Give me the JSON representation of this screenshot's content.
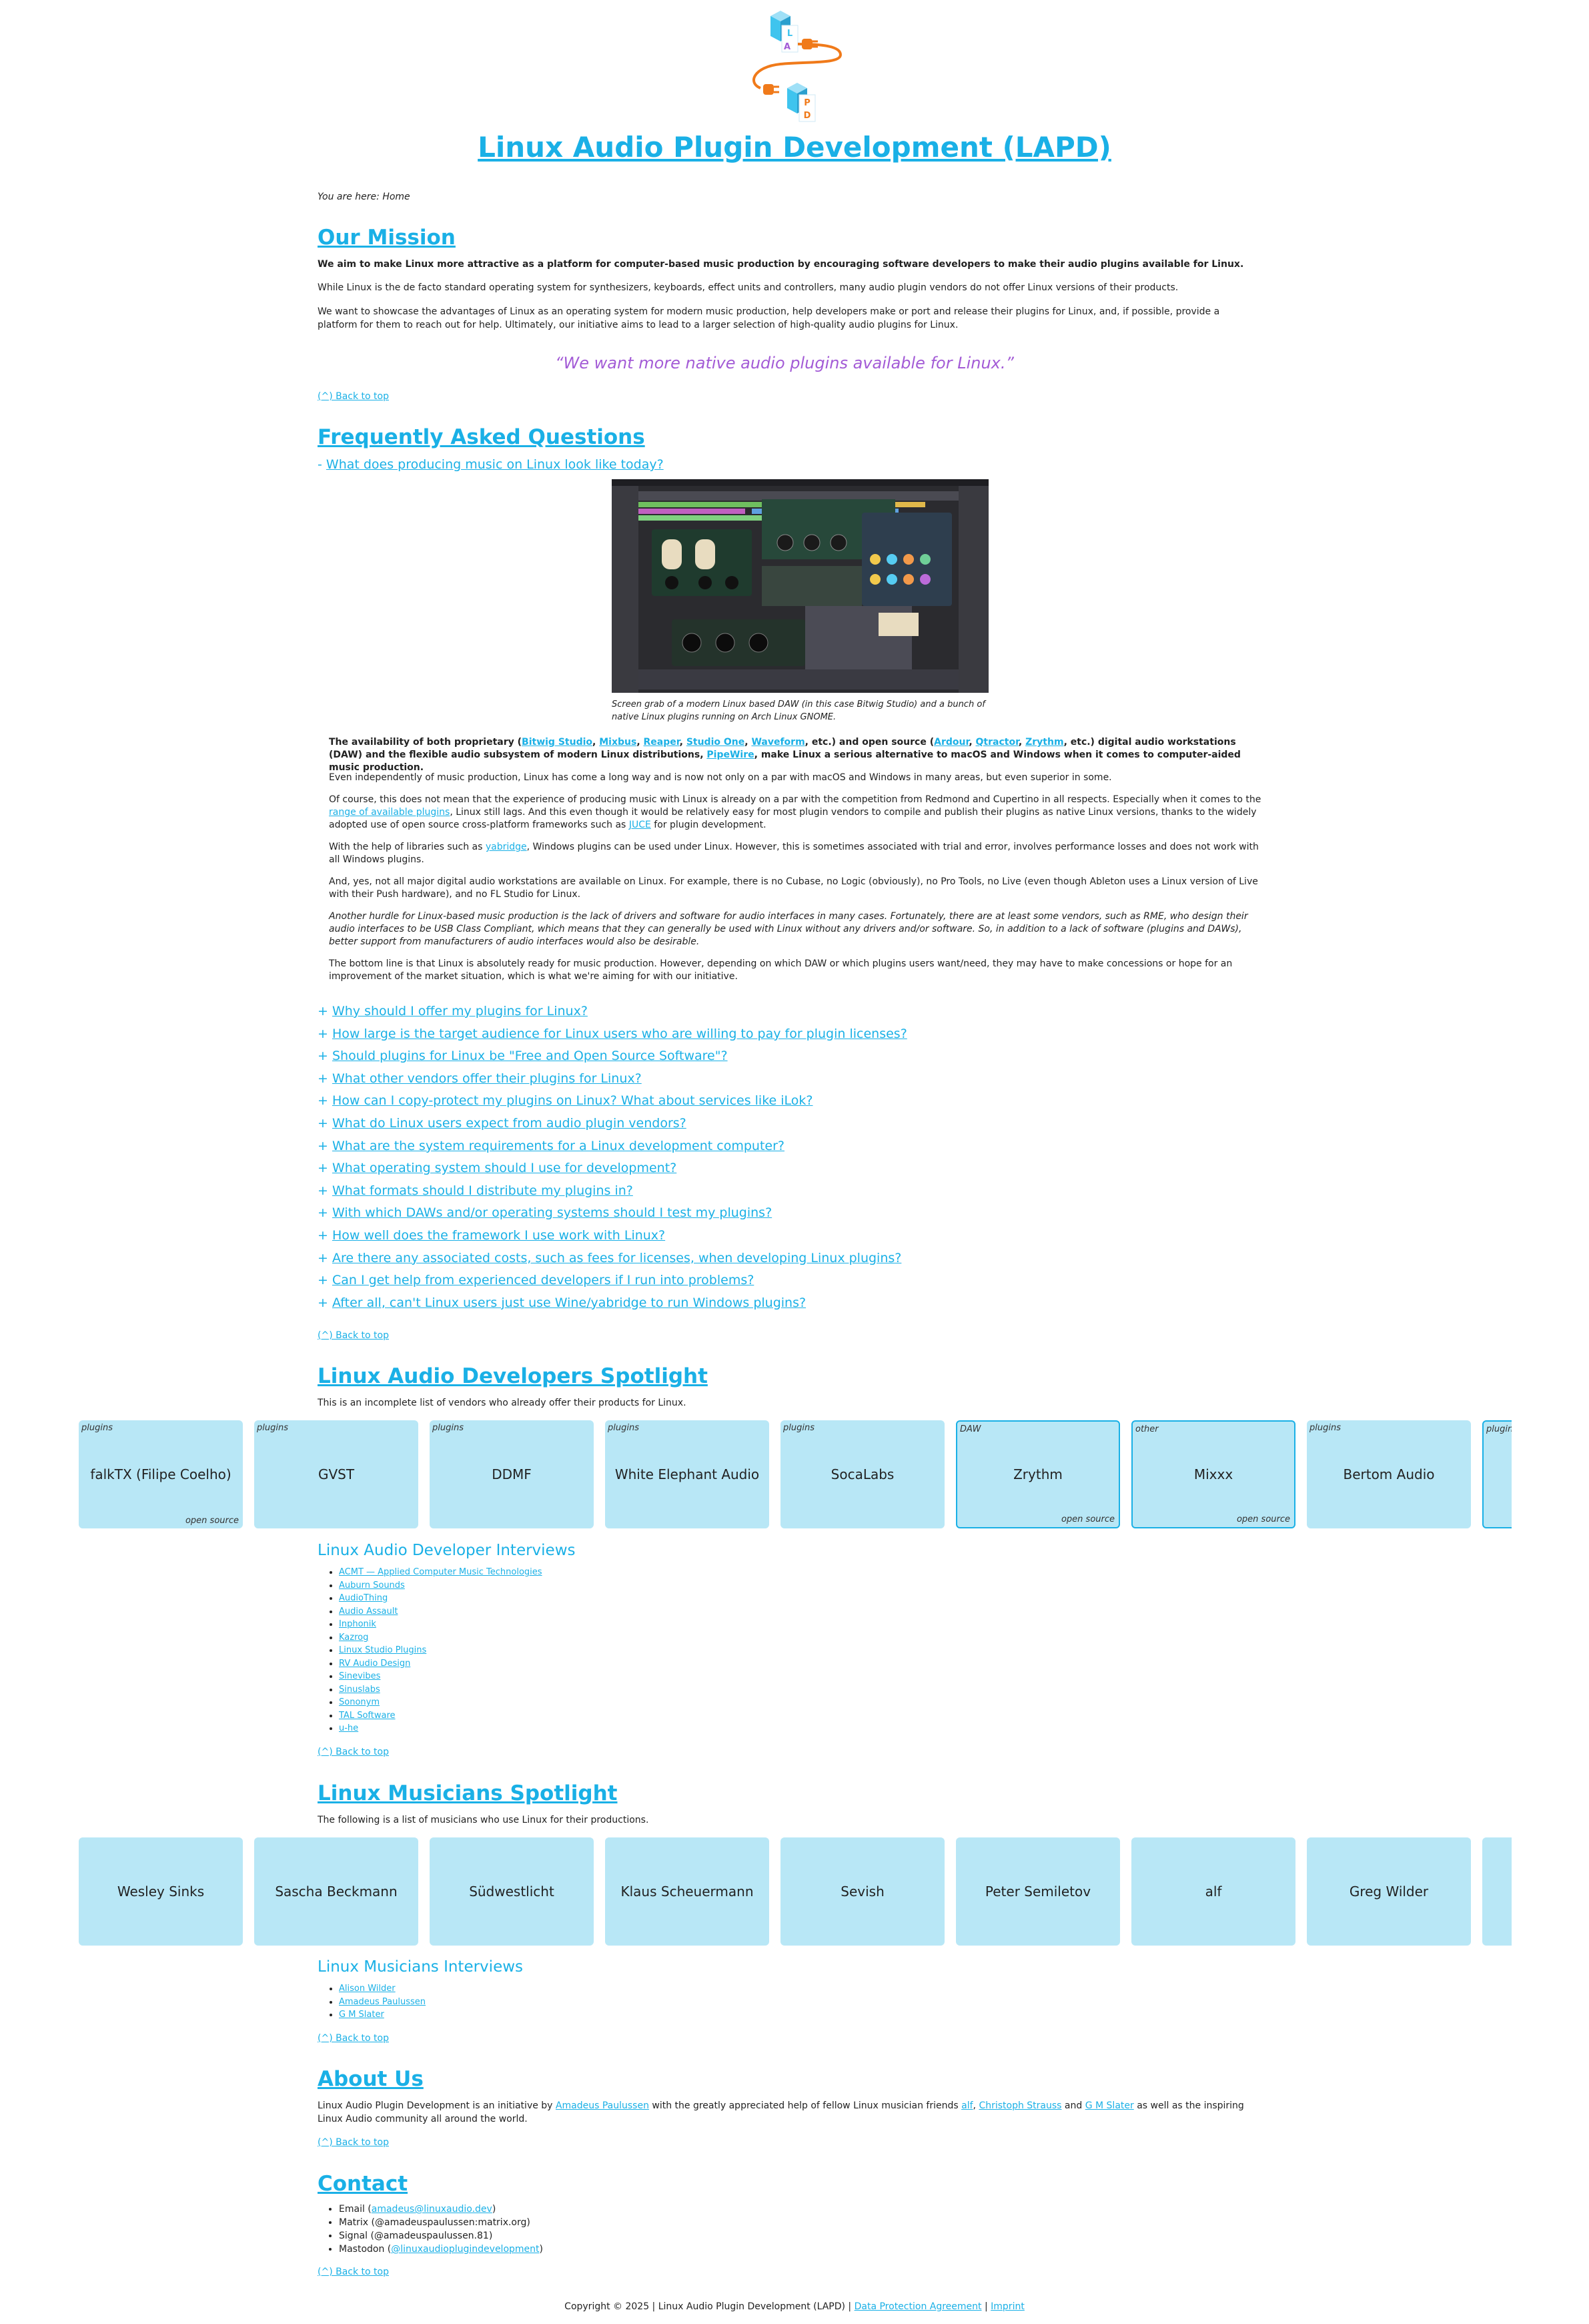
{
  "site_title": "Linux Audio Plugin Development (LAPD)",
  "logo": {
    "letters": [
      "L",
      "A",
      "P",
      "D"
    ],
    "colors": {
      "cube": "#3fc4ee",
      "plug": "#f07a1a",
      "letter_a": "#a35bd6",
      "letter_p": "#f07a1a"
    }
  },
  "breadcrumb": "You are here: Home",
  "colors": {
    "accent": "#1ab0e6",
    "quote": "#a35bd6",
    "card": "#b8e7f6"
  },
  "back_to_top": "(^) Back to top",
  "mission": {
    "heading": "Our Mission",
    "lead": "We aim to make Linux more attractive as a platform for computer-based music production by encouraging software developers to make their audio plugins available for Linux.",
    "p1": "While Linux is the de facto standard operating system for synthesizers, keyboards, effect units and controllers, many audio plugin vendors do not offer Linux versions of their products.",
    "p2": "We want to showcase the advantages of Linux as an operating system for modern music production, help developers make or port and release their plugins for Linux, and, if possible, provide a platform for them to reach out for help. Ultimately, our initiative aims to lead to a larger selection of high-quality audio plugins for Linux.",
    "quote": "“We want more native audio plugins available for Linux.”"
  },
  "faq": {
    "heading": "Frequently Asked Questions",
    "open_marker": "-",
    "closed_marker": "+",
    "open_question": "What does producing music on Linux look like today?",
    "caption": "Screen grab of a modern Linux based DAW (in this case Bitwig Studio) and a bunch of native Linux plugins running on Arch Linux GNOME.",
    "bold_1": "The availability of both proprietary (",
    "prop_daws": [
      "Bitwig Studio",
      "Mixbus",
      "Reaper",
      "Studio One",
      "Waveform"
    ],
    "bold_2": ", etc.) and open source (",
    "os_daws": [
      "Ardour",
      "Qtractor",
      "Zrythm"
    ],
    "bold_3": ", etc.) digital audio workstations (DAW) and the flexible audio subsystem of modern Linux distributions, ",
    "pipewire": "PipeWire",
    "bold_4": ", make Linux a serious alternative to macOS and Windows when it comes to computer-aided music production.",
    "a_p1": "Even independently of music production, Linux has come a long way and is now not only on a par with macOS and Windows in many areas, but even superior in some.",
    "a_p2_a": "Of course, this does not mean that the experience of producing music with Linux is already on a par with the competition from Redmond and Cupertino in all respects. Especially when it comes to the ",
    "a_p2_link1": "range of available plugins",
    "a_p2_b": ", Linux still lags. And this even though it would be relatively easy for most plugin vendors to compile and publish their plugins as native Linux versions, thanks to the widely adopted use of open source cross-platform frameworks such as ",
    "a_p2_link2": "JUCE",
    "a_p2_c": " for plugin development.",
    "a_p3_a": "With the help of libraries such as ",
    "a_p3_link": "yabridge",
    "a_p3_b": ", Windows plugins can be used under Linux. However, this is sometimes associated with trial and error, involves performance losses and does not work with all Windows plugins.",
    "a_p4": "And, yes, not all major digital audio workstations are available on Linux. For example, there is no Cubase, no Logic (obviously), no Pro Tools, no Live (even though Ableton uses a Linux version of Live with their Push hardware), and no FL Studio for Linux.",
    "a_p5": "Another hurdle for Linux-based music production is the lack of drivers and software for audio interfaces in many cases. Fortunately, there are at least some vendors, such as RME, who design their audio interfaces to be USB Class Compliant, which means that they can generally be used with Linux without any drivers and/or software. So, in addition to a lack of software (plugins and DAWs), better support from manufacturers of audio interfaces would also be desirable.",
    "a_p6": "The bottom line is that Linux is absolutely ready for music production. However, depending on which DAW or which plugins users want/need, they may have to make concessions or hope for an improvement of the market situation, which is what we're aiming for with our initiative.",
    "questions": [
      "Why should I offer my plugins for Linux?",
      "How large is the target audience for Linux users who are willing to pay for plugin licenses?",
      "Should plugins for Linux be \"Free and Open Source Software\"?",
      "What other vendors offer their plugins for Linux?",
      "How can I copy-protect my plugins on Linux? What about services like iLok?",
      "What do Linux users expect from audio plugin vendors?",
      "What are the system requirements for a Linux development computer?",
      "What operating system should I use for development?",
      "What formats should I distribute my plugins in?",
      "With which DAWs and/or operating systems should I test my plugins?",
      "How well does the framework I use work with Linux?",
      "Are there any associated costs, such as fees for licenses, when developing Linux plugins?",
      "Can I get help from experienced developers if I run into problems?",
      "After all, can't Linux users just use Wine/yabridge to run Windows plugins?"
    ]
  },
  "dev_spotlight": {
    "heading": "Linux Audio Developers Spotlight",
    "intro": "This is an incomplete list of vendors who already offer their products for Linux.",
    "cards": [
      {
        "cat": "plugins",
        "name": "falkTX (Filipe Coelho)",
        "os": "open source",
        "bordered": false
      },
      {
        "cat": "plugins",
        "name": "GVST",
        "os": "",
        "bordered": false
      },
      {
        "cat": "plugins",
        "name": "DDMF",
        "os": "",
        "bordered": false
      },
      {
        "cat": "plugins",
        "name": "White Elephant Audio",
        "os": "",
        "bordered": false
      },
      {
        "cat": "plugins",
        "name": "SocaLabs",
        "os": "",
        "bordered": false
      },
      {
        "cat": "DAW",
        "name": "Zrythm",
        "os": "open source",
        "bordered": true
      },
      {
        "cat": "other",
        "name": "Mixxx",
        "os": "open source",
        "bordered": true
      },
      {
        "cat": "plugins",
        "name": "Bertom Audio",
        "os": "",
        "bordered": false
      },
      {
        "cat": "plugins",
        "name": "",
        "os": "",
        "bordered": true
      }
    ],
    "interviews_heading": "Linux Audio Developer Interviews",
    "interviews": [
      "ACMT — Applied Computer Music Technologies",
      "Auburn Sounds",
      "AudioThing",
      "Audio Assault",
      "Inphonik",
      "Kazrog",
      "Linux Studio Plugins",
      "RV Audio Design",
      "Sinevibes",
      "Sinuslabs",
      "Sononym",
      "TAL Software",
      "u-he"
    ]
  },
  "musicians_spotlight": {
    "heading": "Linux Musicians Spotlight",
    "intro": "The following is a list of musicians who use Linux for their productions.",
    "cards": [
      "Wesley Sinks",
      "Sascha Beckmann",
      "Südwestlicht",
      "Klaus Scheuermann",
      "Sevish",
      "Peter Semiletov",
      "alf",
      "Greg Wilder",
      ""
    ],
    "interviews_heading": "Linux Musicians Interviews",
    "interviews": [
      "Alison Wilder",
      "Amadeus Paulussen",
      "G M Slater"
    ]
  },
  "about": {
    "heading": "About Us",
    "t1": "Linux Audio Plugin Development is an initiative by ",
    "link_amadeus": "Amadeus Paulussen",
    "t2": " with the greatly appreciated help of fellow Linux musician friends ",
    "link_alf": "alf",
    "t3": ", ",
    "link_christoph": "Christoph Strauss",
    "t4": " and ",
    "link_gm": "G M Slater",
    "t5": " as well as the inspiring Linux Audio community all around the world."
  },
  "contact": {
    "heading": "Contact",
    "email_pre": "Email (",
    "email": "amadeus@linuxaudio.dev",
    "email_post": ")",
    "matrix": "Matrix (@amadeuspaulussen:matrix.org)",
    "signal": "Signal (@amadeuspaulussen.81)",
    "mastodon_pre": "Mastodon (",
    "mastodon": "@linuxaudioplugindevelopment",
    "mastodon_post": ")"
  },
  "footer": {
    "copyright": "Copyright © 2025 | Linux Audio Plugin Development (LAPD) | ",
    "dpa": "Data Protection Agreement",
    "sep": " | ",
    "imprint": "Imprint"
  }
}
